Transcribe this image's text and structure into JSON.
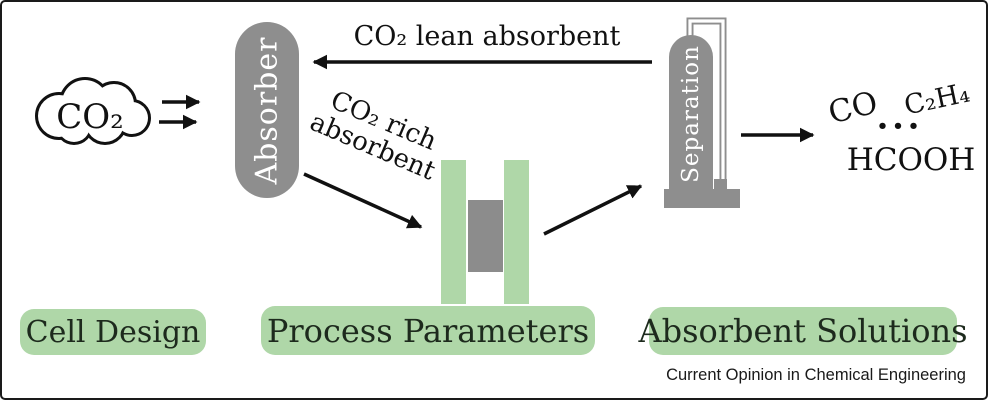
{
  "figure": {
    "cloud": {
      "label": "CO₂"
    },
    "absorber": {
      "label": "Absorber"
    },
    "flows": {
      "lean_label": "CO₂ lean absorbent",
      "rich_label_line1": "CO₂ rich",
      "rich_label_line2": "absorbent"
    },
    "separation": {
      "label": "Separation"
    },
    "products": {
      "co": "CO",
      "c2h4": "C₂H₄",
      "ellipsis": "•••",
      "hcooh": "HCOOH"
    },
    "categories": {
      "cell_design": "Cell Design",
      "process_parameters": "Process Parameters",
      "absorbent_solutions": "Absorbent Solutions"
    },
    "attribution": "Current Opinion in Chemical Engineering",
    "colors": {
      "accent_green": "#afd7a8",
      "equipment_gray": "#8e8e8e",
      "cell_stack_gray": "#8c8c8c",
      "outline_black": "#111111",
      "category_text": "#1d2a1d"
    }
  }
}
